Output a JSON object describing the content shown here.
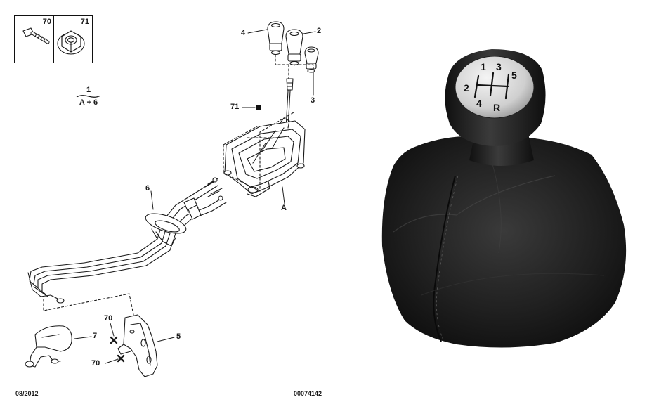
{
  "legend": {
    "screw_code": "70",
    "nut_code": "71"
  },
  "reference": {
    "number": "1",
    "group": "A + 6"
  },
  "callouts": {
    "knob_4": "4",
    "knob_2": "2",
    "knob_3": "3",
    "nut_71": "71",
    "cables_6": "6",
    "housing_a": "A",
    "lever_7": "7",
    "bracket_5": "5",
    "screw_70_upper": "70",
    "screw_70_lower": "70"
  },
  "footer": {
    "date": "08/2012",
    "code": "00074142"
  },
  "knob": {
    "shift_digits": [
      "1",
      "3",
      "5",
      "2",
      "4",
      "R"
    ],
    "colors": {
      "boot": "#1c1c1c",
      "knob_body": "#202020",
      "cap": "#d9d9d9"
    }
  }
}
